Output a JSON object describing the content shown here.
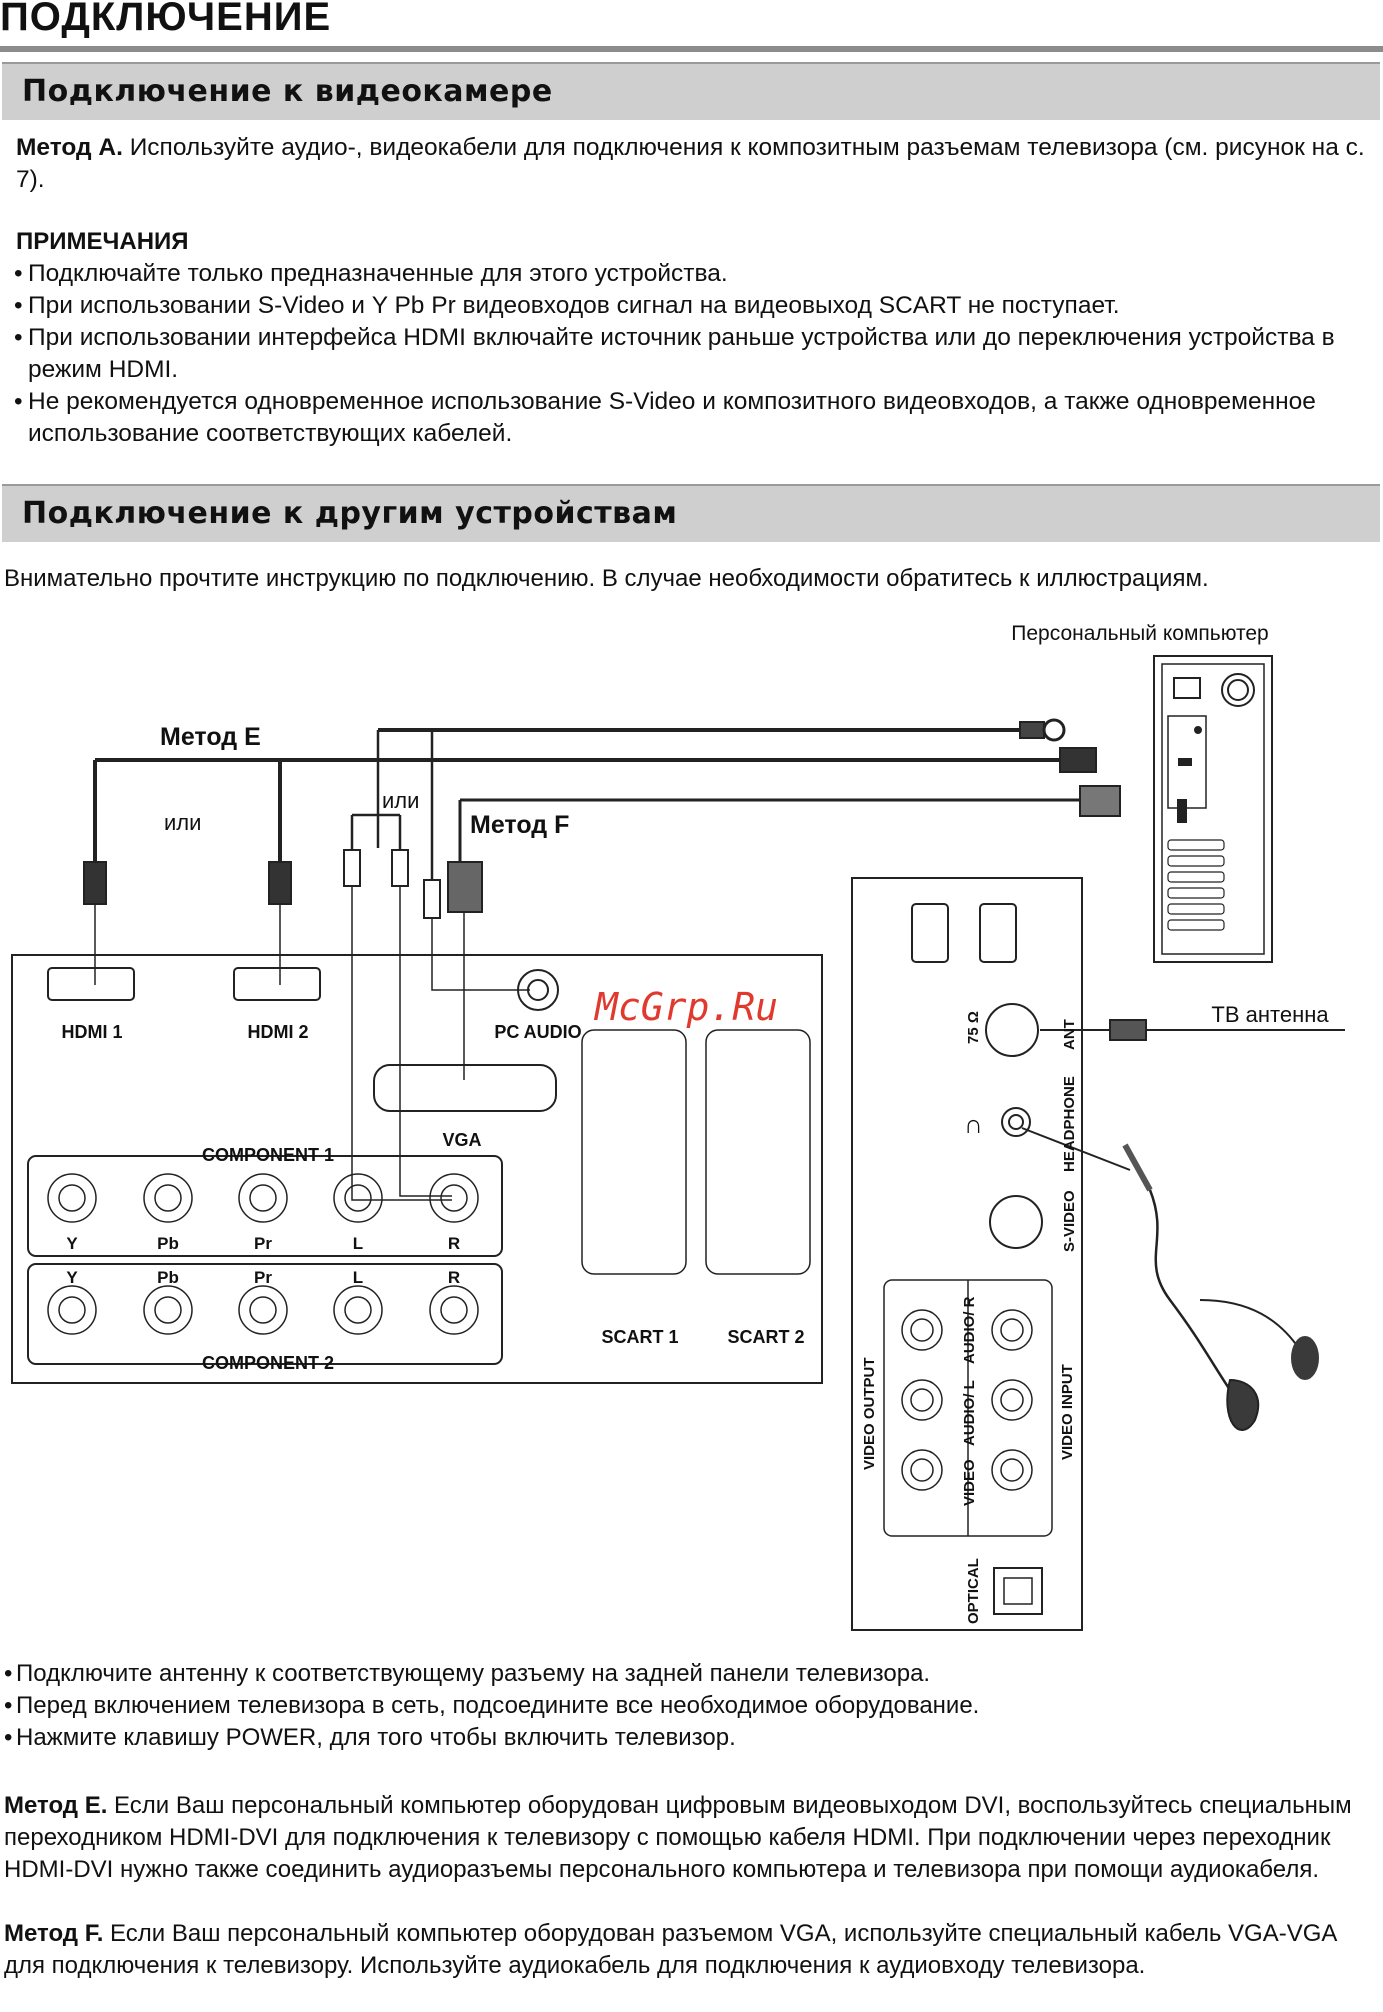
{
  "page_title": "ПОДКЛЮЧЕНИЕ",
  "section1": {
    "title": "Подключение к видеокамере",
    "method_a_label": "Метод А.",
    "method_a_text": " Используйте аудио-, видеокабели для подключения к композитным разъемам телевизора (см. рисунок на с. 7).",
    "notes_heading": "ПРИМЕЧАНИЯ",
    "notes": [
      "Подключайте только предназначенные для этого устройства.",
      "При использовании S-Video и Y Pb Pr видеовходов сигнал на видеовыход SCART не поступает.",
      "При использовании интерфейса HDMI включайте источник раньше устройства или до переключения устройства в режим HDMI.",
      "Не рекомендуется одновременное использование S-Video и композитного видеовходов, а также одновременное использование соответствующих кабелей."
    ]
  },
  "section2": {
    "title": "Подключение к другим устройствам",
    "intro": "Внимательно прочтите инструкцию по подключению. В случае необходимости обратитесь к иллюстрациям."
  },
  "diagram": {
    "pc_label": "Персональный компьютер",
    "method_e": "Метод Е",
    "method_f": "Метод F",
    "or_1": "или",
    "or_2": "или",
    "hdmi1": "HDMI 1",
    "hdmi2": "HDMI 2",
    "pc_audio": "PC AUDIO",
    "vga": "VGA",
    "component1": "COMPONENT 1",
    "component2": "COMPONENT 2",
    "comp_labels": [
      "Y",
      "Pb",
      "Pr",
      "L",
      "R"
    ],
    "scart1": "SCART 1",
    "scart2": "SCART 2",
    "watermark": "McGrp.Ru",
    "tv_antenna": "ТВ антенна",
    "ohm75": "75 Ω",
    "ant": "ANT",
    "headphone": "HEADPHONE",
    "s_video": "S-VIDEO",
    "video_output": "VIDEO OUTPUT",
    "video_input": "VIDEO INPUT",
    "audio_r": "AUDIO/ R",
    "audio_l": "AUDIO/ L",
    "video": "VIDEO",
    "optical": "OPTICAL"
  },
  "steps": [
    "Подключите антенну к соответствующему разъему на задней панели телевизора.",
    "Перед включением телевизора в сеть, подсоедините все необходимое оборудование.",
    "Нажмите клавишу POWER, для того чтобы включить телевизор."
  ],
  "method_e_desc": {
    "label": "Метод Е.",
    "text": " Если Ваш персональный компьютер оборудован цифровым видеовыходом DVI, воспользуйтесь специальным переходником HDMI-DVI для подключения к телевизору с помощью кабеля HDMI. При подключении через переходник HDMI-DVI нужно также соединить аудиоразъемы персонального компьютера и телевизора при помощи аудиокабеля."
  },
  "method_f_desc": {
    "label": "Метод F.",
    "text": " Если Ваш персональный компьютер оборудован разъемом VGA, используйте специальный кабель VGA-VGA для подключения к телевизору. Используйте аудиокабель для подключения к аудиовходу телевизора."
  },
  "colors": {
    "rule": "#8c8c8c",
    "section_bar": "#cfcfcf",
    "watermark": "#e03a2f",
    "headphone": "#3a3a3a"
  }
}
